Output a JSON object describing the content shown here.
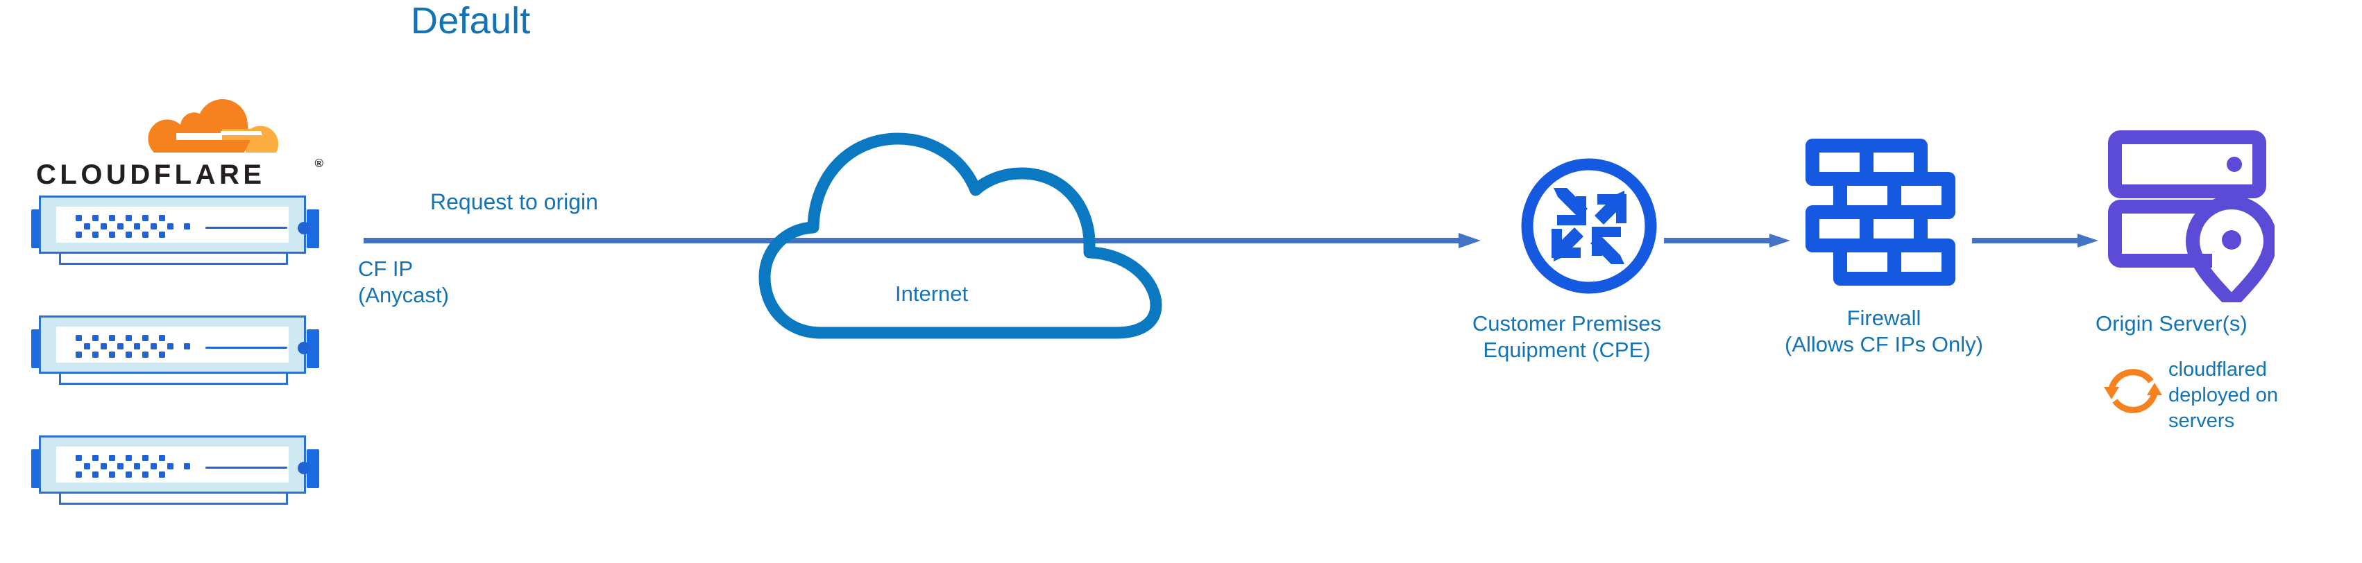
{
  "title": "Default",
  "colors": {
    "title_blue": "#1273b6",
    "label_blue": "#1273b6",
    "arrow_blue": "#4472c4",
    "cloud_outline_blue": "#0b78c2",
    "icon_blue": "#1459e0",
    "origin_purple": "#5b4bd6",
    "cloudflare_orange": "#f6821f",
    "cloudflare_orange_light": "#fbad41",
    "server_fill": "#cfe9f3",
    "server_border": "#2e6fd4",
    "wordmark_black": "#231f20"
  },
  "brand": {
    "logo_wordmark": "CLOUDFLARE",
    "registered_mark": "®",
    "cloud_icon_name": "cloudflare-cloud-logo"
  },
  "servers": {
    "count": 3,
    "icon_name": "server-rack-unit",
    "items": [
      {
        "id": "cf-server-1"
      },
      {
        "id": "cf-server-2"
      },
      {
        "id": "cf-server-3"
      }
    ]
  },
  "labels": {
    "request_to_origin": "Request to origin",
    "cf_ip": "CF IP\n(Anycast)",
    "internet": "Internet",
    "cpe": "Customer Premises\nEquipment (CPE)",
    "firewall": "Firewall\n(Allows CF IPs Only)",
    "origin_server": "Origin Server(s)",
    "cloudflared": "cloudflared\ndeployed on\nservers"
  },
  "nodes": [
    {
      "id": "cloudflare-edge",
      "label": "CLOUDFLARE",
      "icon": "server-rack-unit",
      "color": "#2e6fd4"
    },
    {
      "id": "internet",
      "label": "Internet",
      "icon": "cloud-outline-icon",
      "color": "#0b78c2"
    },
    {
      "id": "cpe",
      "label": "Customer Premises Equipment (CPE)",
      "icon": "router-icon",
      "color": "#1459e0"
    },
    {
      "id": "firewall",
      "label": "Firewall (Allows CF IPs Only)",
      "icon": "brick-wall-icon",
      "color": "#1459e0"
    },
    {
      "id": "origin",
      "label": "Origin Server(s)",
      "icon": "server-location-pin-icon",
      "color": "#5b4bd6"
    }
  ],
  "edges": [
    {
      "id": "edge-cf-to-cpe",
      "label": "Request to origin",
      "sublabel": "CF IP (Anycast)",
      "from": "cloudflare-edge",
      "to": "cpe",
      "through": "internet"
    },
    {
      "id": "edge-cpe-to-firewall",
      "label": "",
      "from": "cpe",
      "to": "firewall"
    },
    {
      "id": "edge-firewall-to-origin",
      "label": "",
      "from": "firewall",
      "to": "origin"
    }
  ],
  "annotations": [
    {
      "id": "cloudflared-note",
      "icon": "sync-arrows-icon",
      "text": "cloudflared deployed on servers",
      "color": "#f6821f"
    }
  ]
}
